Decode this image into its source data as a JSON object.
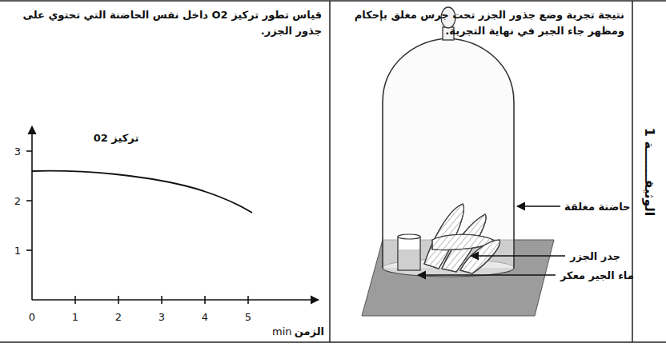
{
  "diagram": {
    "nodes": [
      {
        "text": [
          "الوثيقـــــــة 1"
        ]
      },
      {
        "text": [
          "نتيجة تجربة وضع جذور الجزر تحت جرس مغلق بإحكام ومظهر جاء الجبر في نهاية التجربة."
        ]
      },
      {
        "text": [
          "قياس تطور تركيز O2 داخل نفس الحاضنة التي تحتوي على جذور الجزر."
        ]
      }
    ],
    "labels": [
      "حاضنة مغلقة",
      "جدر الجزر",
      "ماء الجير معكر",
      "تركيز 02",
      "3",
      "2",
      "1",
      "0",
      "1",
      "2",
      "3",
      "4",
      "5",
      "min",
      "الزمن"
    ]
  }
}
